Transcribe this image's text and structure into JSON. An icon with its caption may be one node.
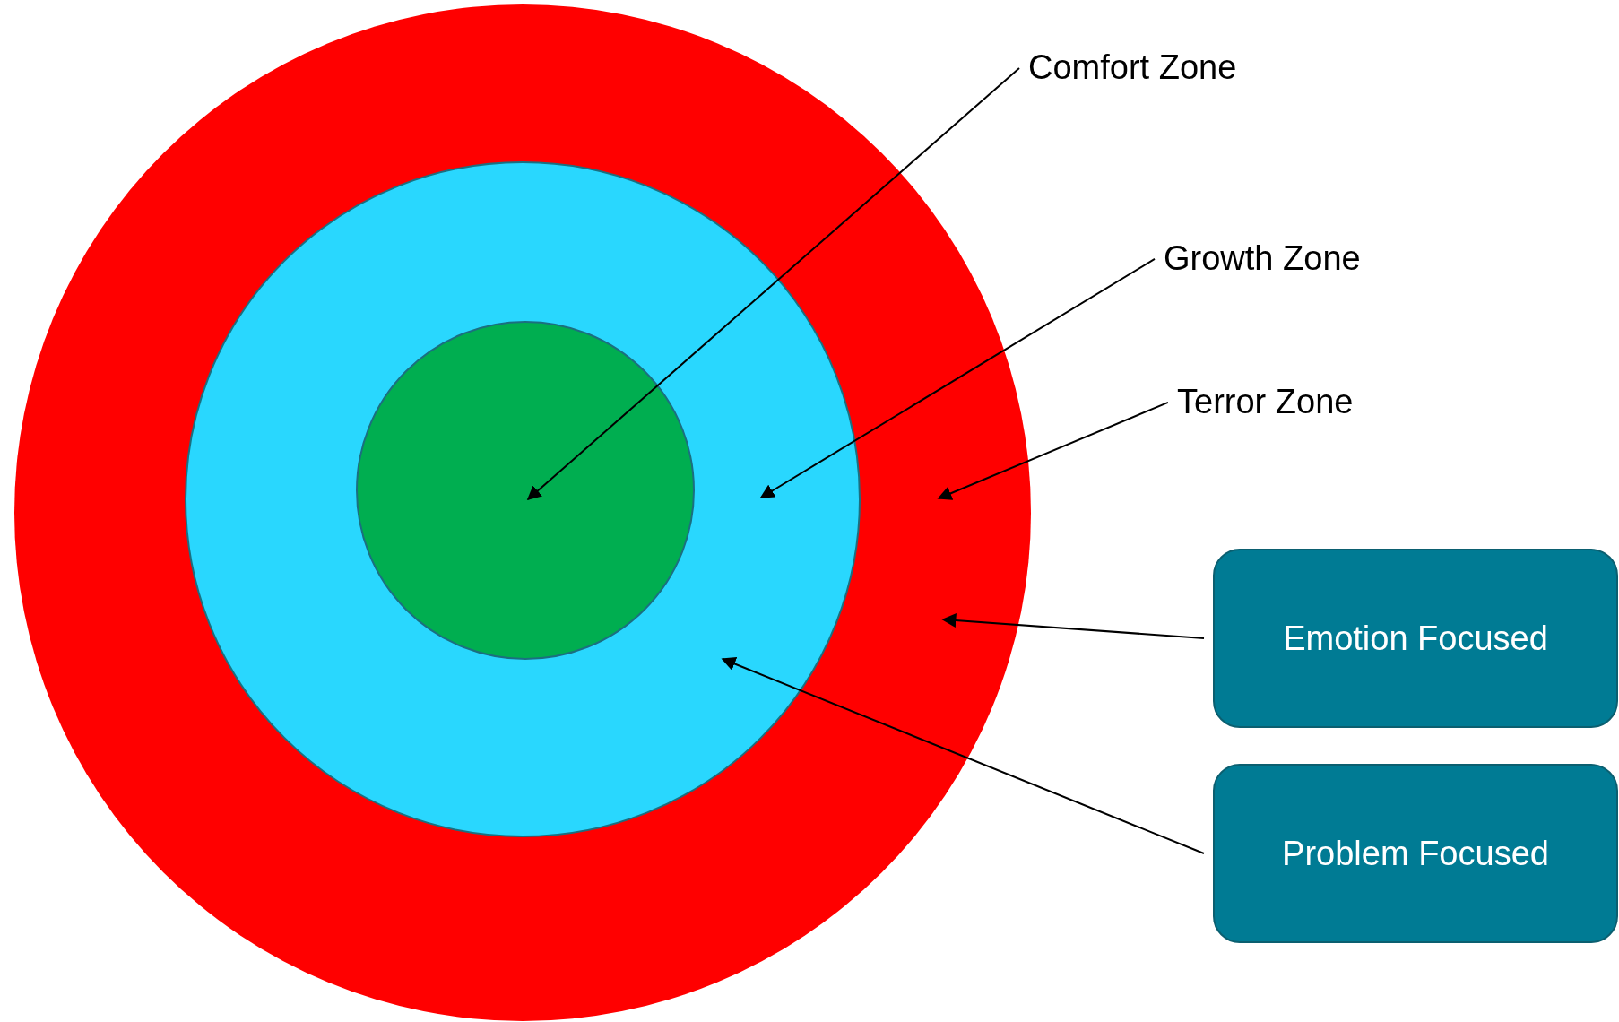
{
  "diagram": {
    "nodes": [
      {
        "text": [],
        "shape": "circle"
      },
      {
        "text": [],
        "shape": "circle",
        "in": 0
      },
      {
        "text": [],
        "shape": "circle",
        "in": 1
      },
      {
        "text": [
          "Comfort Zone"
        ]
      },
      {
        "text": [
          "Growth Zone"
        ]
      },
      {
        "text": [
          "Terror Zone"
        ]
      },
      {
        "text": [
          "Emotion Focused"
        ]
      },
      {
        "text": [
          "Problem Focused"
        ]
      }
    ],
    "edges": [
      {
        "from": 3,
        "to": 2,
        "arrow": "to"
      },
      {
        "from": 4,
        "to": 1,
        "arrow": "to"
      },
      {
        "from": 5,
        "to": 0,
        "arrow": "to"
      },
      {
        "from": 6,
        "to": 0,
        "arrow": "to"
      },
      {
        "from": 7,
        "to": 1,
        "arrow": "to"
      }
    ]
  }
}
